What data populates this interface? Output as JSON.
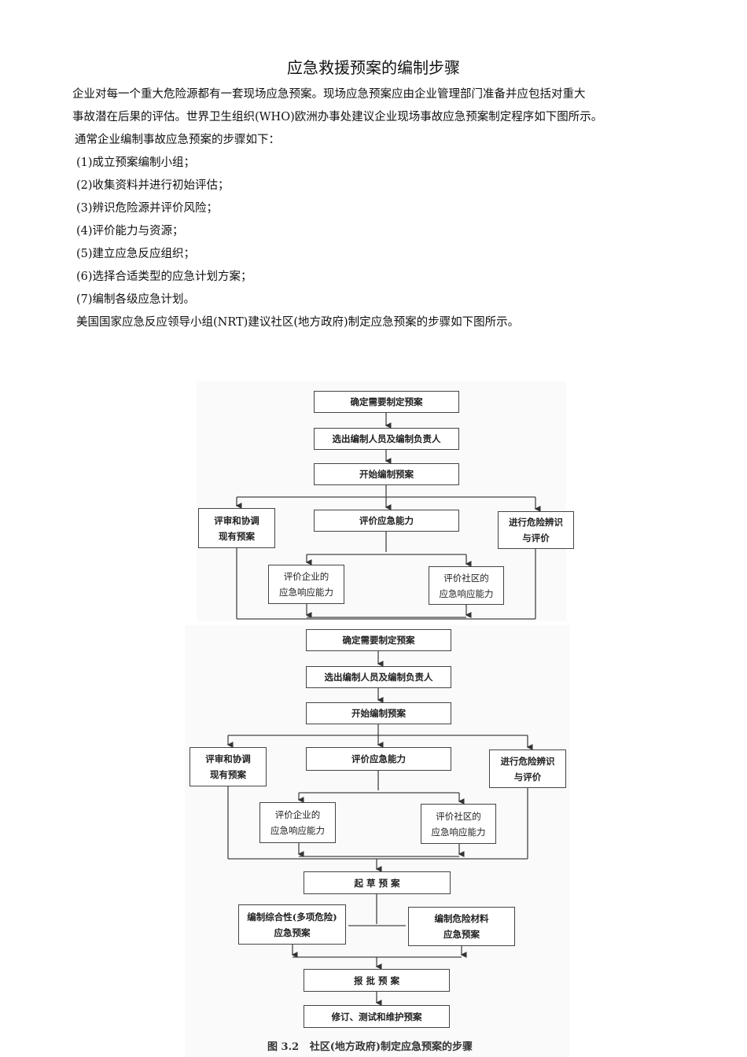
{
  "title": "应急救援预案的编制步骤",
  "paragraphs": [
    "企业对每一个重大危险源都有一套现场应急预案。现场应急预案应由企业管理部门准备并应包括对重大",
    "事故潜在后果的评估。世界卫生组织(WHO)欧洲办事处建议企业现场事故应急预案制定程序如下图所示。",
    "通常企业编制事故应急预案的步骤如下：",
    "(1)成立预案编制小组；",
    "(2)收集资料并进行初始评估；",
    "(3)辨识危险源并评价风险；",
    "(4)评价能力与资源；",
    "(5)建立应急反应组织；",
    "(6)选择合适类型的应急计划方案；",
    "(7)编制各级应急计划。",
    "美国国家应急反应领导小组(NRT)建议社区(地方政府)制定应急预案的步骤如下图所示。"
  ],
  "flowchart": {
    "determine": "确定需要制定预案",
    "select": "选出编制人员及编制负责人",
    "start": "开始编制预案",
    "review_l1": "评审和协调",
    "review_l2": "现有预案",
    "assess": "评价应急能力",
    "hazard_l1": "进行危险辨识",
    "hazard_l2": "与评价",
    "ent_l1": "评价企业的",
    "ent_l2": "应急响应能力",
    "comm_l1": "评价社区的",
    "comm_l2": "应急响应能力",
    "draft": "起 草 预 案",
    "multi_l1": "编制综合性(多项危险)",
    "multi_l2": "应急预案",
    "hazmat_l1": "编制危险材料",
    "hazmat_l2": "应急预案",
    "approve": "报 批 预 案",
    "revise": "修订、测试和维护预案",
    "caption": "图 3.2   社区(地方政府)制定应急预案的步骤"
  }
}
